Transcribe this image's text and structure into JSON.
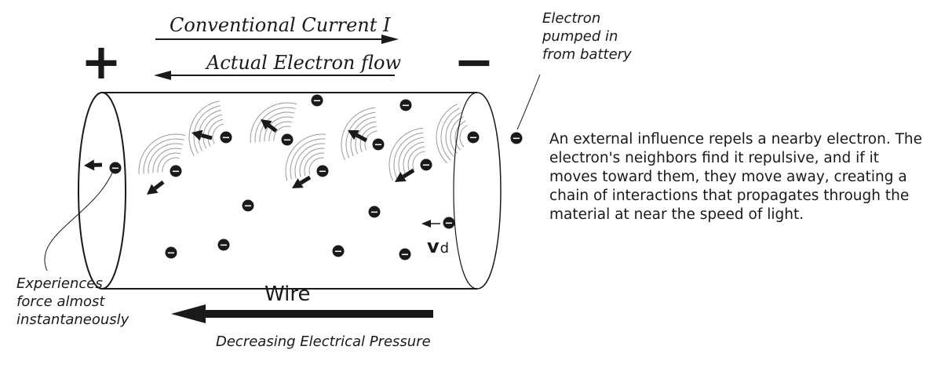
{
  "labels": {
    "conventional_current": "Conventional Current I",
    "actual_electron_flow": "Actual Electron flow",
    "plus_sign": "+",
    "minus_sign": "−",
    "electron_pumped": [
      "Electron",
      "pumped in",
      "from battery"
    ],
    "experiences_force": [
      "Experiences",
      "force almost",
      "instantaneously"
    ],
    "wire": "Wire",
    "decreasing_pressure": "Decreasing Electrical Pressure",
    "drift_velocity_symbol": "v",
    "drift_velocity_subscript": "d",
    "electron_symbol": "−"
  },
  "explanation": "An external influence repels a nearby electron.  The electron's neighbors find it repulsive, and if it moves toward them, they move away, creating a chain of interactions that propagates through the material at near the speed of light.",
  "colors": {
    "ink": "#1a1a1a",
    "wave_lines": "#9a9a9a",
    "background": "#ffffff"
  }
}
